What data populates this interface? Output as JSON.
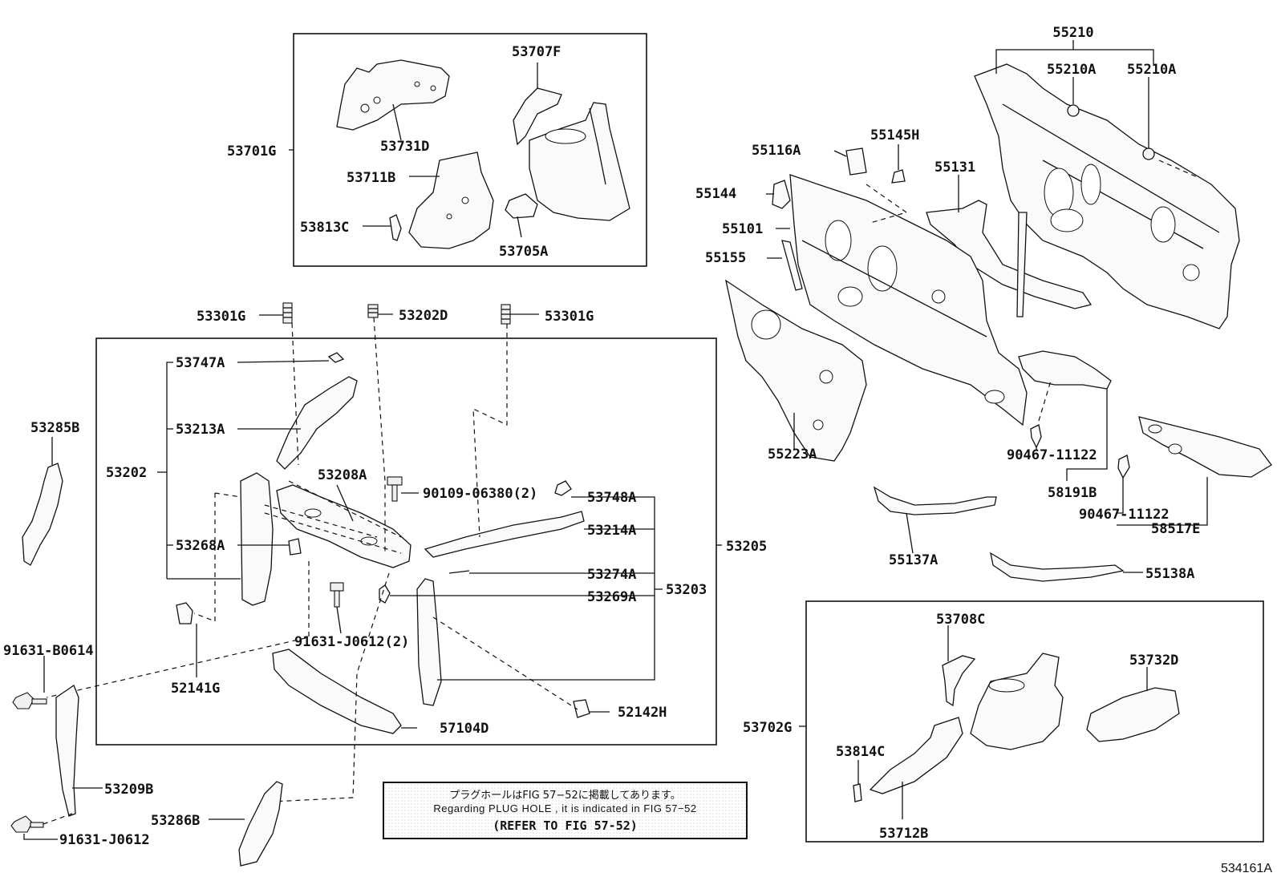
{
  "parts": {
    "p55210": "55210",
    "p55210A_1": "55210A",
    "p55210A_2": "55210A",
    "p55116A": "55116A",
    "p55145H": "55145H",
    "p55131": "55131",
    "p55144": "55144",
    "p55101": "55101",
    "p55155": "55155",
    "p55223A": "55223A",
    "p90467_11122_a": "90467-11122",
    "p58191B": "58191B",
    "p90467_11122_b": "90467-11122",
    "p58517E": "58517E",
    "p55137A": "55137A",
    "p55138A": "55138A",
    "p53707F": "53707F",
    "p53701G": "53701G",
    "p53731D": "53731D",
    "p53711B": "53711B",
    "p53813C": "53813C",
    "p53705A": "53705A",
    "p53301G_1": "53301G",
    "p53202D": "53202D",
    "p53301G_2": "53301G",
    "p53747A": "53747A",
    "p53213A": "53213A",
    "p53202": "53202",
    "p53208A": "53208A",
    "p90109_06380": "90109-06380(2)",
    "p53748A": "53748A",
    "p53214A": "53214A",
    "p53205": "53205",
    "p53268A": "53268A",
    "p53274A": "53274A",
    "p53269A": "53269A",
    "p53203": "53203",
    "p91631_J0612_2": "91631-J0612(2)",
    "p53285B": "53285B",
    "p91631_B0614": "91631-B0614",
    "p52141G": "52141G",
    "p52142H": "52142H",
    "p57104D": "57104D",
    "p53209B": "53209B",
    "p53286B": "53286B",
    "p91631_J0612": "91631-J0612",
    "p53708C": "53708C",
    "p53732D": "53732D",
    "p53702G": "53702G",
    "p53814C": "53814C",
    "p53712B": "53712B"
  },
  "note": {
    "line1": "プラグホールはFIG 57−52に掲載してあります。",
    "line2": "Regarding  PLUG HOLE , it is indicated in FIG  57−52",
    "line3": "(REFER TO FIG 57-52)"
  },
  "diagram_code": "534161A"
}
